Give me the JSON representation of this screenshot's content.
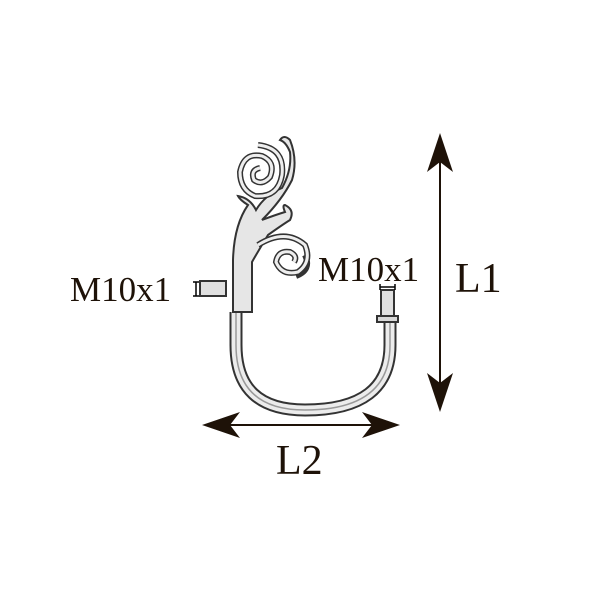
{
  "labels": {
    "left_thread": "M10x1",
    "right_thread": "M10x1",
    "height_dimension": "L1",
    "width_dimension": "L2"
  },
  "colors": {
    "ink": "#1e1208",
    "metal_fill": "#e8e8e8",
    "metal_outline": "#333333"
  }
}
